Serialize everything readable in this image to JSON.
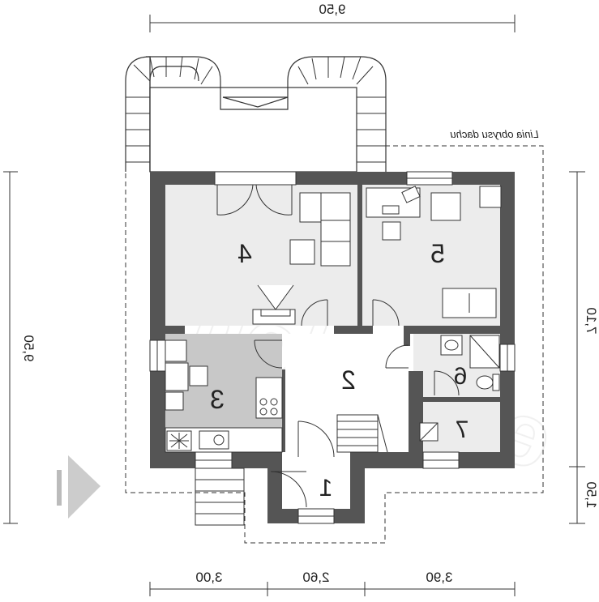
{
  "dimensions": {
    "top_total": "9,50",
    "left_total": "9,50",
    "right_main": "7,10",
    "right_lower": "1,50",
    "bottom_1": "3,00",
    "bottom_2": "2,60",
    "bottom_3": "3,90"
  },
  "roof_outline_label": "Linia obrysu dachu",
  "rooms": {
    "r1": "1",
    "r2": "2",
    "r3": "3",
    "r4": "4",
    "r5": "5",
    "r6": "6",
    "r7": "7"
  },
  "watermark": "extradom",
  "colors": {
    "wall": "#555555",
    "floor_light": "#ececec",
    "floor_kitchen": "#c8c8c8",
    "floor_white": "#ffffff",
    "line": "#222222"
  }
}
